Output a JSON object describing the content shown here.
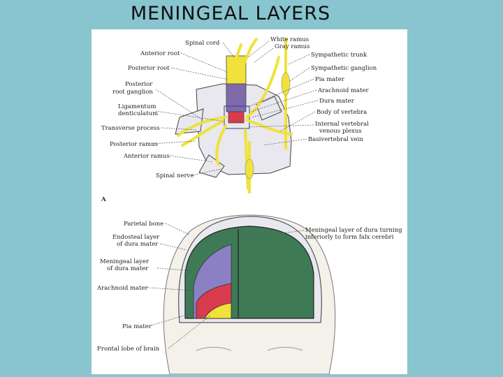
{
  "title": "MENINGEAL LAYERS",
  "panel_a": {
    "tag": "A",
    "labels_left": [
      "Spinal cord",
      "Anterior root",
      "Posterior root",
      "Posterior",
      "root ganglion",
      "Ligamentum",
      "denticulatum",
      "Transverse process",
      "Posterior ramus",
      "Anterior ramus",
      "Spinal nerve"
    ],
    "labels_right": [
      "White ramus",
      "Gray ramus",
      "Sympathetic trunk",
      "Sympathetic ganglion",
      "Pia mater",
      "Arachnoid mater",
      "Dura mater",
      "Body of vertebra",
      "Internal vertebral",
      "venous plexus",
      "Basivertebral vein"
    ]
  },
  "panel_b": {
    "labels_left": [
      "Parietal bone",
      "Endosteal layer",
      "of dura mater",
      "Meningeal layer",
      "of dura mater",
      "Arachnoid mater",
      "Pia mater",
      "Frontal lobe of brain"
    ],
    "labels_right": [
      "Meningeal layer of dura turning",
      "inferiorly to form falx cerebri"
    ]
  },
  "colors": {
    "dura": "#3f7a56",
    "arachnoid": "#8b80c4",
    "pia": "#d83a4e",
    "nerve": "#f0e23a",
    "cord": "#7f6aaa",
    "bone": "#e8e8ee"
  }
}
